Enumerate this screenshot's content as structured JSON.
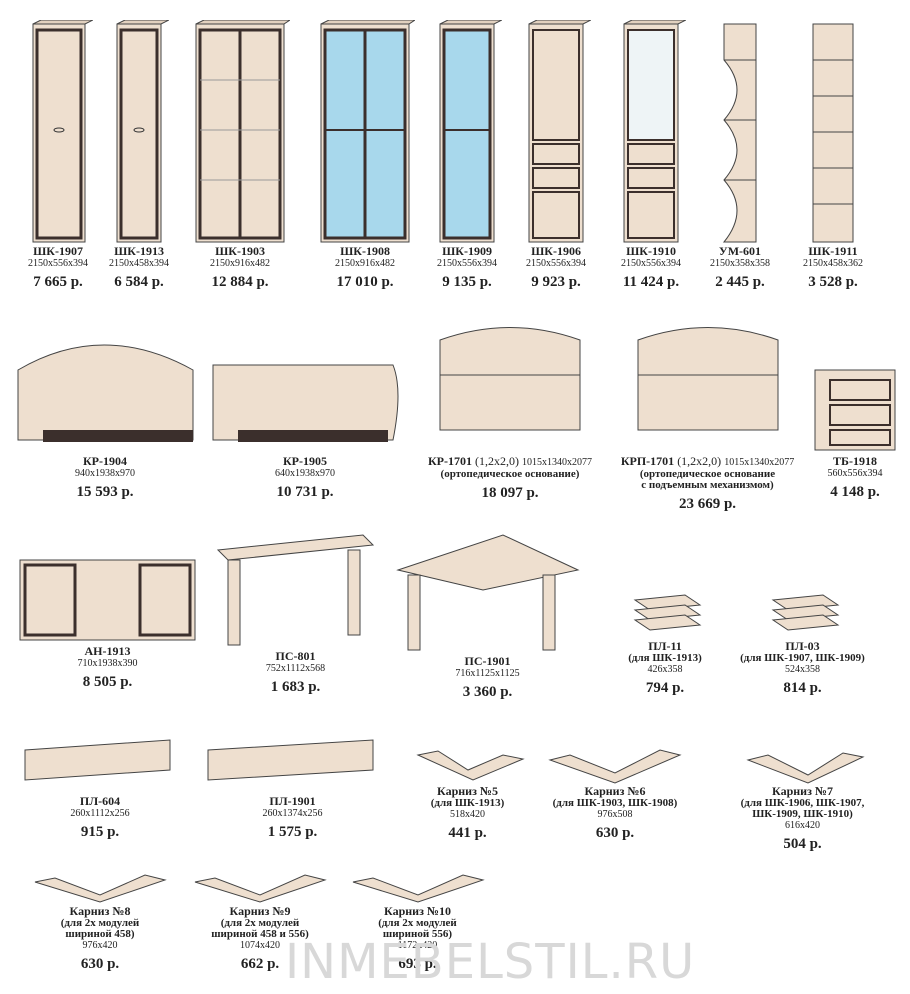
{
  "colors": {
    "body": "#eedfcf",
    "frame": "#3b2f2c",
    "glass": "#a8d8ec",
    "line": "#444444"
  },
  "items": [
    {
      "id": "shk-1907",
      "name": "ШК-1907",
      "dims": "2150x556x394",
      "price": "7 665 р."
    },
    {
      "id": "shk-1913",
      "name": "ШК-1913",
      "dims": "2150x458x394",
      "price": "6 584 р."
    },
    {
      "id": "shk-1903",
      "name": "ШК-1903",
      "dims": "2150x916x482",
      "price": "12 884 р."
    },
    {
      "id": "shk-1908",
      "name": "ШК-1908",
      "dims": "2150x916x482",
      "price": "17 010 р."
    },
    {
      "id": "shk-1909",
      "name": "ШК-1909",
      "dims": "2150x556x394",
      "price": "9 135 р."
    },
    {
      "id": "shk-1906",
      "name": "ШК-1906",
      "dims": "2150x556x394",
      "price": "9 923 р."
    },
    {
      "id": "shk-1910",
      "name": "ШК-1910",
      "dims": "2150x556x394",
      "price": "11 424 р."
    },
    {
      "id": "um-601",
      "name": "УМ-601",
      "dims": "2150x358x358",
      "price": "2 445 р."
    },
    {
      "id": "shk-1911",
      "name": "ШК-1911",
      "dims": "2150x458x362",
      "price": "3 528 р."
    },
    {
      "id": "kr-1904",
      "name": "КР-1904",
      "dims": "940x1938x970",
      "price": "15 593 р."
    },
    {
      "id": "kr-1905",
      "name": "КР-1905",
      "dims": "640x1938x970",
      "price": "10 731 р."
    },
    {
      "id": "kr-1701",
      "name": "КР-1701",
      "size_note": "(1,2х2,0)",
      "dims": "1015x1340x2077",
      "note1": "(ортопедическое основание)",
      "price": "18 097 р."
    },
    {
      "id": "krp-1701",
      "name": "КРП-1701",
      "size_note": "(1,2х2,0)",
      "dims": "1015x1340x2077",
      "note1": "(ортопедическое основание",
      "note2": "с подъемным механизмом)",
      "price": "23 669 р."
    },
    {
      "id": "tb-1918",
      "name": "ТБ-1918",
      "dims": "560x556x394",
      "price": "4 148 р."
    },
    {
      "id": "an-1913",
      "name": "АН-1913",
      "dims": "710x1938x390",
      "price": "8 505 р."
    },
    {
      "id": "ps-801",
      "name": "ПС-801",
      "dims": "752x1112x568",
      "price": "1 683 р."
    },
    {
      "id": "ps-1901",
      "name": "ПС-1901",
      "dims": "716x1125x1125",
      "price": "3 360 р."
    },
    {
      "id": "pl-11",
      "name": "ПЛ-11",
      "note1": "(для ШК-1913)",
      "dims": "426x358",
      "price": "794 р."
    },
    {
      "id": "pl-03",
      "name": "ПЛ-03",
      "note1": "(для ШК-1907, ШК-1909)",
      "dims": "524x358",
      "price": "814 р."
    },
    {
      "id": "pl-604",
      "name": "ПЛ-604",
      "dims": "260x1112x256",
      "price": "915 р."
    },
    {
      "id": "pl-1901",
      "name": "ПЛ-1901",
      "dims": "260x1374x256",
      "price": "1 575 р."
    },
    {
      "id": "karniz-5",
      "name": "Карниз №5",
      "note1": "(для ШК-1913)",
      "dims": "518x420",
      "price": "441 р."
    },
    {
      "id": "karniz-6",
      "name": "Карниз №6",
      "note1": "(для ШК-1903, ШК-1908)",
      "dims": "976x508",
      "price": "630 р."
    },
    {
      "id": "karniz-7",
      "name": "Карниз №7",
      "note1": "(для ШК-1906, ШК-1907,",
      "note2": "ШК-1909, ШК-1910)",
      "dims": "616x420",
      "price": "504 р."
    },
    {
      "id": "karniz-8",
      "name": "Карниз №8",
      "note1": "(для 2х модулей",
      "note2": "шириной 458)",
      "dims": "976x420",
      "price": "630 р."
    },
    {
      "id": "karniz-9",
      "name": "Карниз №9",
      "note1": "(для 2х модулей",
      "note2": "шириной 458 и 556)",
      "dims": "1074x420",
      "price": "662 р."
    },
    {
      "id": "karniz-10",
      "name": "Карниз №10",
      "note1": "(для 2х модулей",
      "note2": "шириной 556)",
      "dims": "1172x420",
      "price": "693 р."
    }
  ],
  "watermark": "INMEBELSTIL.RU"
}
